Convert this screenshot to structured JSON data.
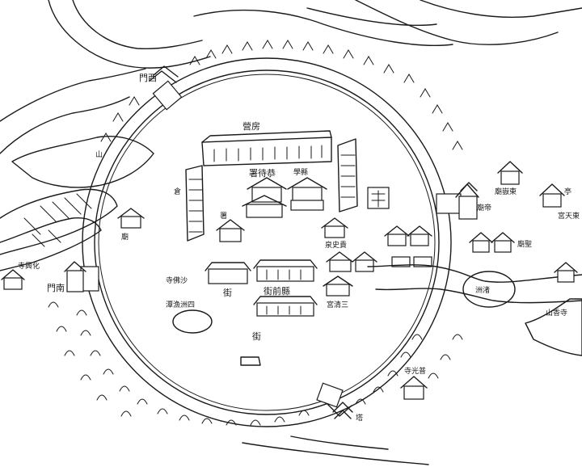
{
  "map": {
    "labels": {
      "west_gate": "門西",
      "barracks": "營房",
      "yamen": "署待恭",
      "school": "學縣",
      "granary": "倉",
      "temple_left": "廟",
      "office": "署",
      "street_left": "街",
      "street_front": "街前縣",
      "street_bottom": "街",
      "pond": "潭漁洲四",
      "temple_small": "寺佛沙",
      "south_gate": "門南",
      "xingguo_temple": "寺興化",
      "mountain_left": "山",
      "east_gate_temple": "廟帝",
      "east_bldg": "泉史貴",
      "east_bldg2": "廟聖",
      "east_bldg3": "廟嶽東",
      "river_label": "洲渚",
      "shrine_right": "宮清三",
      "pagoda": "塔",
      "bottom_temple": "寺光普",
      "far_right": "宮天東",
      "far_right_top": "亭",
      "right_hill": "山香寺"
    }
  }
}
